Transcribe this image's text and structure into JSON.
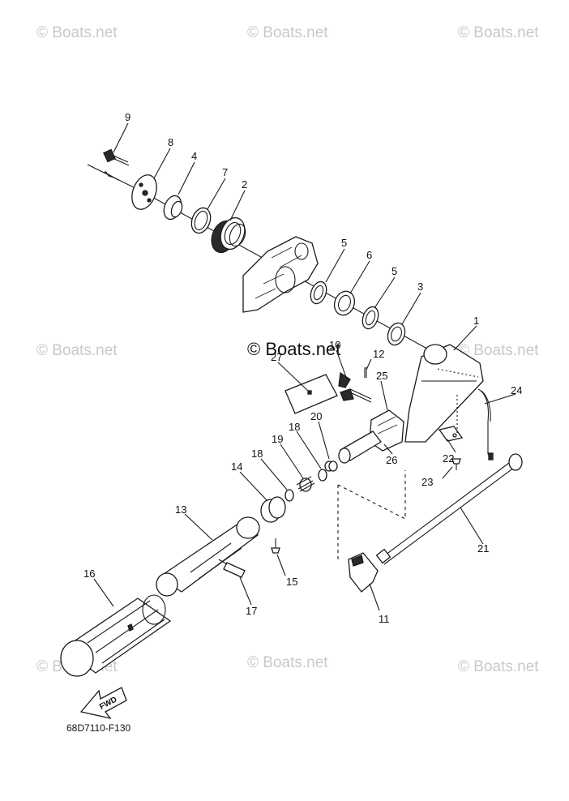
{
  "watermarks": {
    "text": "© Boats.net",
    "center_text": "© Boats.net"
  },
  "callouts": {
    "c1": "1",
    "c2": "2",
    "c3": "3",
    "c4": "4",
    "c5a": "5",
    "c5b": "5",
    "c6": "6",
    "c7": "7",
    "c8": "8",
    "c9": "9",
    "c10": "10",
    "c11": "11",
    "c12": "12",
    "c13": "13",
    "c14": "14",
    "c15": "15",
    "c16": "16",
    "c17": "17",
    "c18a": "18",
    "c18b": "18",
    "c19": "19",
    "c20": "20",
    "c21": "21",
    "c22": "22",
    "c23": "23",
    "c24": "24",
    "c25": "25",
    "c26": "26",
    "c27": "27"
  },
  "fwd_label": "FWD",
  "part_code": "68D7110-F130"
}
